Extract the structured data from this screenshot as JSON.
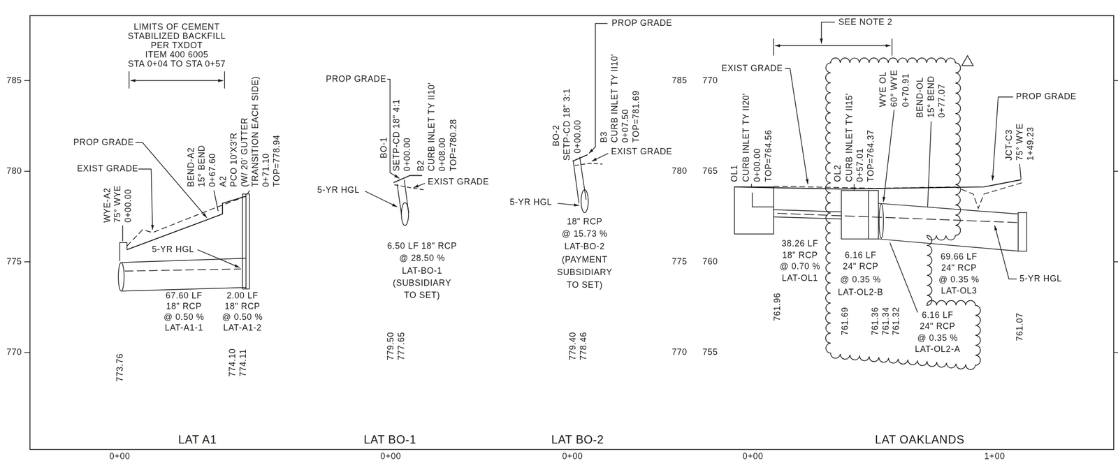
{
  "diagram": {
    "labels": [
      "785",
      "780",
      "775",
      "770",
      "LIMITS OF CEMENT",
      "STABILIZED BACKFILL",
      "PER TXDOT",
      "ITEM 400 6005",
      "STA 0+04 TO STA 0+57",
      "PROP GRADE",
      "EXIST GRADE",
      "WYE-A2",
      "75° WYE",
      "0+00.00",
      "BEND-A2",
      "15° BEND",
      "0+67.60",
      "A2",
      "PCO 10'X3'R",
      "(W/ 20' GUTTER",
      "TRANSITION EACH SIDE)",
      "0+71.10",
      "TOP=778.94",
      "5-YR HGL",
      "67.60 LF",
      "18\" RCP",
      "@ 0.50 %",
      "LAT-A1-1",
      "2.00 LF",
      "18\" RCP",
      "@ 0.50 %",
      "LAT-A1-2",
      "773.76",
      "774.10",
      "774.11",
      "PROP GRADE",
      "BO-1",
      "SETP-CD 18\" 4:1",
      "0+00.00",
      "B2",
      "CURB INLET TY II10'",
      "0+08.00",
      "TOP=780.28",
      "EXIST GRADE",
      "5-YR HGL",
      "6.50 LF 18\" RCP",
      "@ 28.50 %",
      "LAT-BO-1",
      "(SUBSIDIARY",
      "TO SET)",
      "779.50",
      "777.65",
      "PROP GRADE",
      "BO-2",
      "SETP-CD 18\" 3:1",
      "0+00.00",
      "B3",
      "CURB INLET TY II10'",
      "0+07.50",
      "TOP=781.69",
      "EXIST GRADE",
      "5-YR HGL",
      "18\" RCP",
      "@ 15.73 %",
      "LAT-BO-2",
      "(PAYMENT",
      "SUBSIDIARY",
      "TO SET)",
      "779.40",
      "778.46",
      "785",
      "780",
      "775",
      "770",
      "770",
      "765",
      "760",
      "755",
      "SEE NOTE 2",
      "EXIST GRADE",
      "OL1",
      "CURB INLET TY II20'",
      "0+00.00",
      "TOP=764.56",
      "OL2",
      "CURB INLET TY II15'",
      "0+57.01",
      "TOP=764.37",
      "WYE OL",
      "60° WYE",
      "0+70.91",
      "BEND-OL",
      "15° BEND",
      "0+77.07",
      "JCT-C3",
      "75° WYE",
      "1+49.23",
      "PROP GRADE",
      "5-YR HGL",
      "38.26 LF",
      "18\" RCP",
      "@ 0.70 %",
      "LAT-OL1",
      "6.16 LF",
      "24\" RCP",
      "@ 0.35 %",
      "LAT-OL2-B",
      "69.66 LF",
      "24\" RCP",
      "@ 0.35 %",
      "LAT-OL3",
      "6.16 LF",
      "24\" RCP",
      "@ 0.35 %",
      "LAT-OL2-A",
      "761.96",
      "761.69",
      "761.36",
      "761.34",
      "761.32",
      "761.07",
      "LAT A1",
      "LAT BO-1",
      "LAT BO-2",
      "LAT OAKLANDS",
      "0+00",
      "0+00",
      "0+00",
      "0+00",
      "1+00"
    ]
  }
}
